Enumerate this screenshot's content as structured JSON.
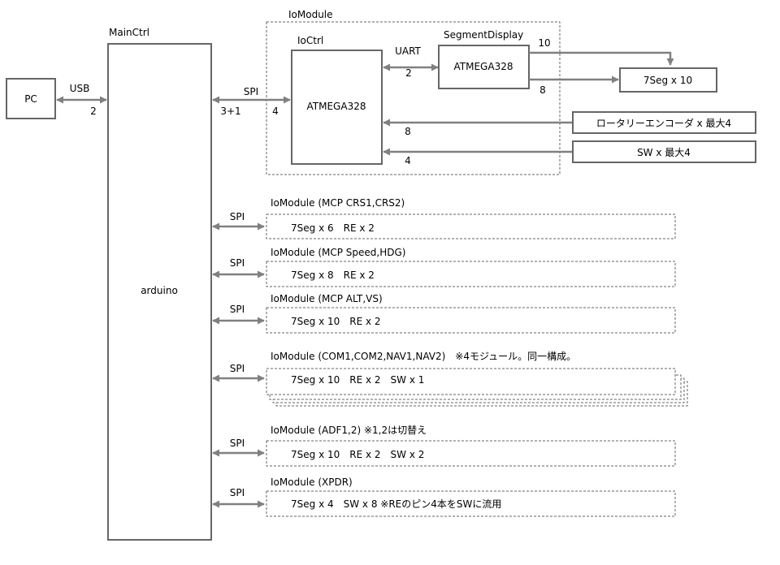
{
  "pc": {
    "label": "PC"
  },
  "usb": {
    "label": "USB",
    "count": "2"
  },
  "main": {
    "title": "MainCtrl",
    "body": "arduino",
    "spi_count": "3+1"
  },
  "iomodule": {
    "title": "IoModule",
    "ioctrl": {
      "title": "IoCtrl",
      "chip": "ATMEGA328"
    },
    "spi": {
      "label": "SPI",
      "count": "4"
    },
    "uart": {
      "label": "UART",
      "count": "2"
    },
    "segdisp": {
      "title": "SegmentDisplay",
      "chip": "ATMEGA328"
    },
    "out_top_count": "10",
    "out_bottom_count": "8",
    "seg_box": "7Seg x 10",
    "re_box": "ロータリーエンコーダ x 最大4",
    "re_count": "8",
    "sw_box": "SW x 最大4",
    "sw_count": "4"
  },
  "modules": [
    {
      "title": "IoModule (MCP CRS1,CRS2)",
      "content": "7Seg x 6　RE x 2",
      "spi": "SPI"
    },
    {
      "title": "IoModule (MCP Speed,HDG)",
      "content": "7Seg x 8　RE x 2",
      "spi": "SPI"
    },
    {
      "title": "IoModule (MCP ALT,VS)",
      "content": "7Seg x 10　RE x 2",
      "spi": "SPI"
    },
    {
      "title": "IoModule (COM1,COM2,NAV1,NAV2)　※4モジュール。同一構成。",
      "content": "7Seg x 10　RE x 2　SW x 1",
      "spi": "SPI"
    },
    {
      "title": "IoModule (ADF1,2) ※1,2は切替え",
      "content": "7Seg x 10　RE x 2　SW x 2",
      "spi": "SPI"
    },
    {
      "title": "IoModule (XPDR)",
      "content": "7Seg x 4　SW x 8 ※REのピン4本をSWに流用",
      "spi": "SPI"
    }
  ]
}
